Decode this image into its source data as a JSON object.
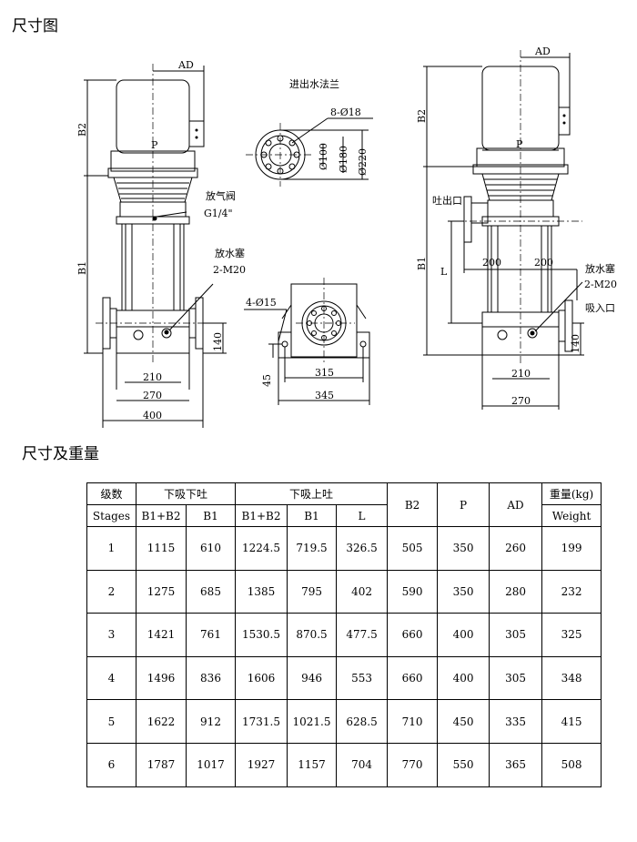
{
  "titles": {
    "dimension_drawing": "尺寸图",
    "dimension_weight": "尺寸及重量"
  },
  "drawing_labels": {
    "AD": "AD",
    "P": "P",
    "B1": "B1",
    "B2": "B2",
    "L": "L",
    "vent_valve": "放气阀",
    "vent_size": "G1/4\"",
    "drain_plug": "放水塞",
    "drain_size": "2-M20",
    "flange_title": "进出水法兰",
    "flange_holes": "8-Ø18",
    "phi100": "Ø100",
    "phi180": "Ø180",
    "phi220": "Ø220",
    "base_holes": "4-Ø15",
    "dim_45": "45",
    "dim_315": "315",
    "dim_345": "345",
    "dim_210": "210",
    "dim_270": "270",
    "dim_400": "400",
    "dim_140": "140",
    "dim_200": "200",
    "outlet": "吐出口",
    "inlet": "吸入口"
  },
  "table": {
    "header": {
      "stages_cn": "级数",
      "stages_en": "Stages",
      "group_bottom": "下吸下吐",
      "group_top": "下吸上吐",
      "b1b2": "B1+B2",
      "b1": "B1",
      "l": "L",
      "b2": "B2",
      "p": "P",
      "ad": "AD",
      "weight_cn": "重量(kg)",
      "weight_en": "Weight"
    },
    "rows": [
      [
        "1",
        "1115",
        "610",
        "1224.5",
        "719.5",
        "326.5",
        "505",
        "350",
        "260",
        "199"
      ],
      [
        "2",
        "1275",
        "685",
        "1385",
        "795",
        "402",
        "590",
        "350",
        "280",
        "232"
      ],
      [
        "3",
        "1421",
        "761",
        "1530.5",
        "870.5",
        "477.5",
        "660",
        "400",
        "305",
        "325"
      ],
      [
        "4",
        "1496",
        "836",
        "1606",
        "946",
        "553",
        "660",
        "400",
        "305",
        "348"
      ],
      [
        "5",
        "1622",
        "912",
        "1731.5",
        "1021.5",
        "628.5",
        "710",
        "450",
        "335",
        "415"
      ],
      [
        "6",
        "1787",
        "1017",
        "1927",
        "1157",
        "704",
        "770",
        "550",
        "365",
        "508"
      ]
    ]
  }
}
